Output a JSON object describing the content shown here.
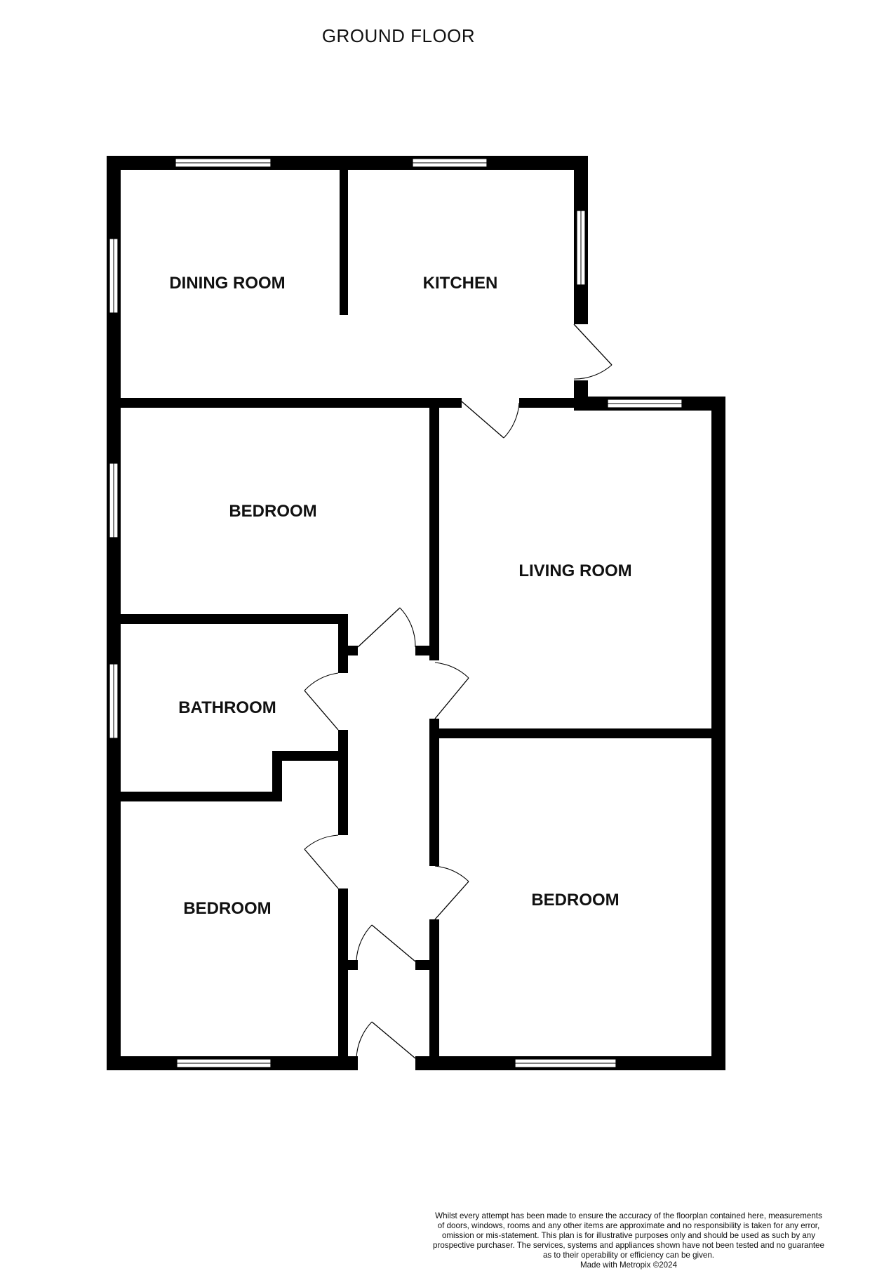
{
  "plan": {
    "floor_title": "GROUND FLOOR",
    "rooms": [
      {
        "key": "dining",
        "label": "DINING ROOM"
      },
      {
        "key": "kitchen",
        "label": "KITCHEN"
      },
      {
        "key": "bedroom_mid_left",
        "label": "BEDROOM"
      },
      {
        "key": "living",
        "label": "LIVING ROOM"
      },
      {
        "key": "bathroom",
        "label": "BATHROOM"
      },
      {
        "key": "bedroom_bottom_left",
        "label": "BEDROOM"
      },
      {
        "key": "bedroom_bottom_right",
        "label": "BEDROOM"
      }
    ],
    "disclaimer_lines": [
      "Whilst every attempt has been made to ensure the accuracy of the floorplan contained here, measurements",
      "of doors, windows, rooms and any other items are approximate and no responsibility is taken for any error,",
      "omission or mis-statement. This plan is for illustrative purposes only and should be used as such by any",
      "prospective purchaser. The services, systems and appliances shown have not been tested and no guarantee",
      "as to their operability or efficiency can be given."
    ],
    "credit": "Made with Metropix ©2024",
    "colors": {
      "wall": "#000000",
      "background": "#ffffff",
      "window": "#ffffff"
    }
  }
}
